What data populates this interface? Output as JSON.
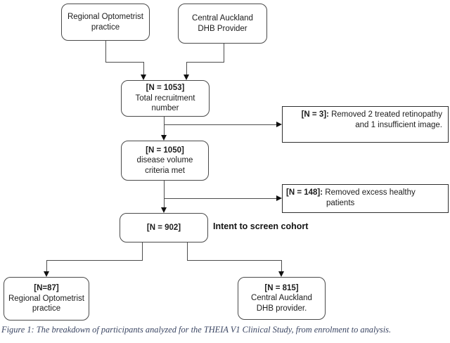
{
  "flowchart": {
    "nodes": {
      "regional_top": {
        "line1": "Regional Optometrist",
        "line2": "practice"
      },
      "central_top": {
        "line1": "Central Auckland",
        "line2": "DHB Provider"
      },
      "total_recruitment": {
        "n": "[N = 1053]",
        "line1": "Total recruitment",
        "line2": "number"
      },
      "disease_volume": {
        "n": "[N = 1050]",
        "line1": "disease volume",
        "line2": "criteria met"
      },
      "intent_cohort": {
        "n": "[N = 902]",
        "label": "Intent to screen cohort"
      },
      "regional_bottom": {
        "n": "[N=87]",
        "line1": "Regional Optometrist",
        "line2": "practice"
      },
      "central_bottom": {
        "n": "[N = 815]",
        "line1": "Central Auckland",
        "line2": "DHB provider."
      }
    },
    "exclusions": {
      "retinopathy": {
        "n": "[N = 3]:",
        "line1": " Removed 2 treated retinopathy",
        "line2": "and 1 insufficient image."
      },
      "healthy": {
        "n": "[N = 148]:",
        "line1": " Removed excess healthy",
        "line2": "patients"
      }
    },
    "colors": {
      "line": "#4d4d4d",
      "arrowhead": "#111111",
      "node_border": "#4a4a4a",
      "caption_text": "#3b4663"
    }
  },
  "figure": {
    "caption": "Figure 1: The breakdown of participants analyzed for the THEIA V1 Clinical Study, from enrolment to analysis."
  }
}
